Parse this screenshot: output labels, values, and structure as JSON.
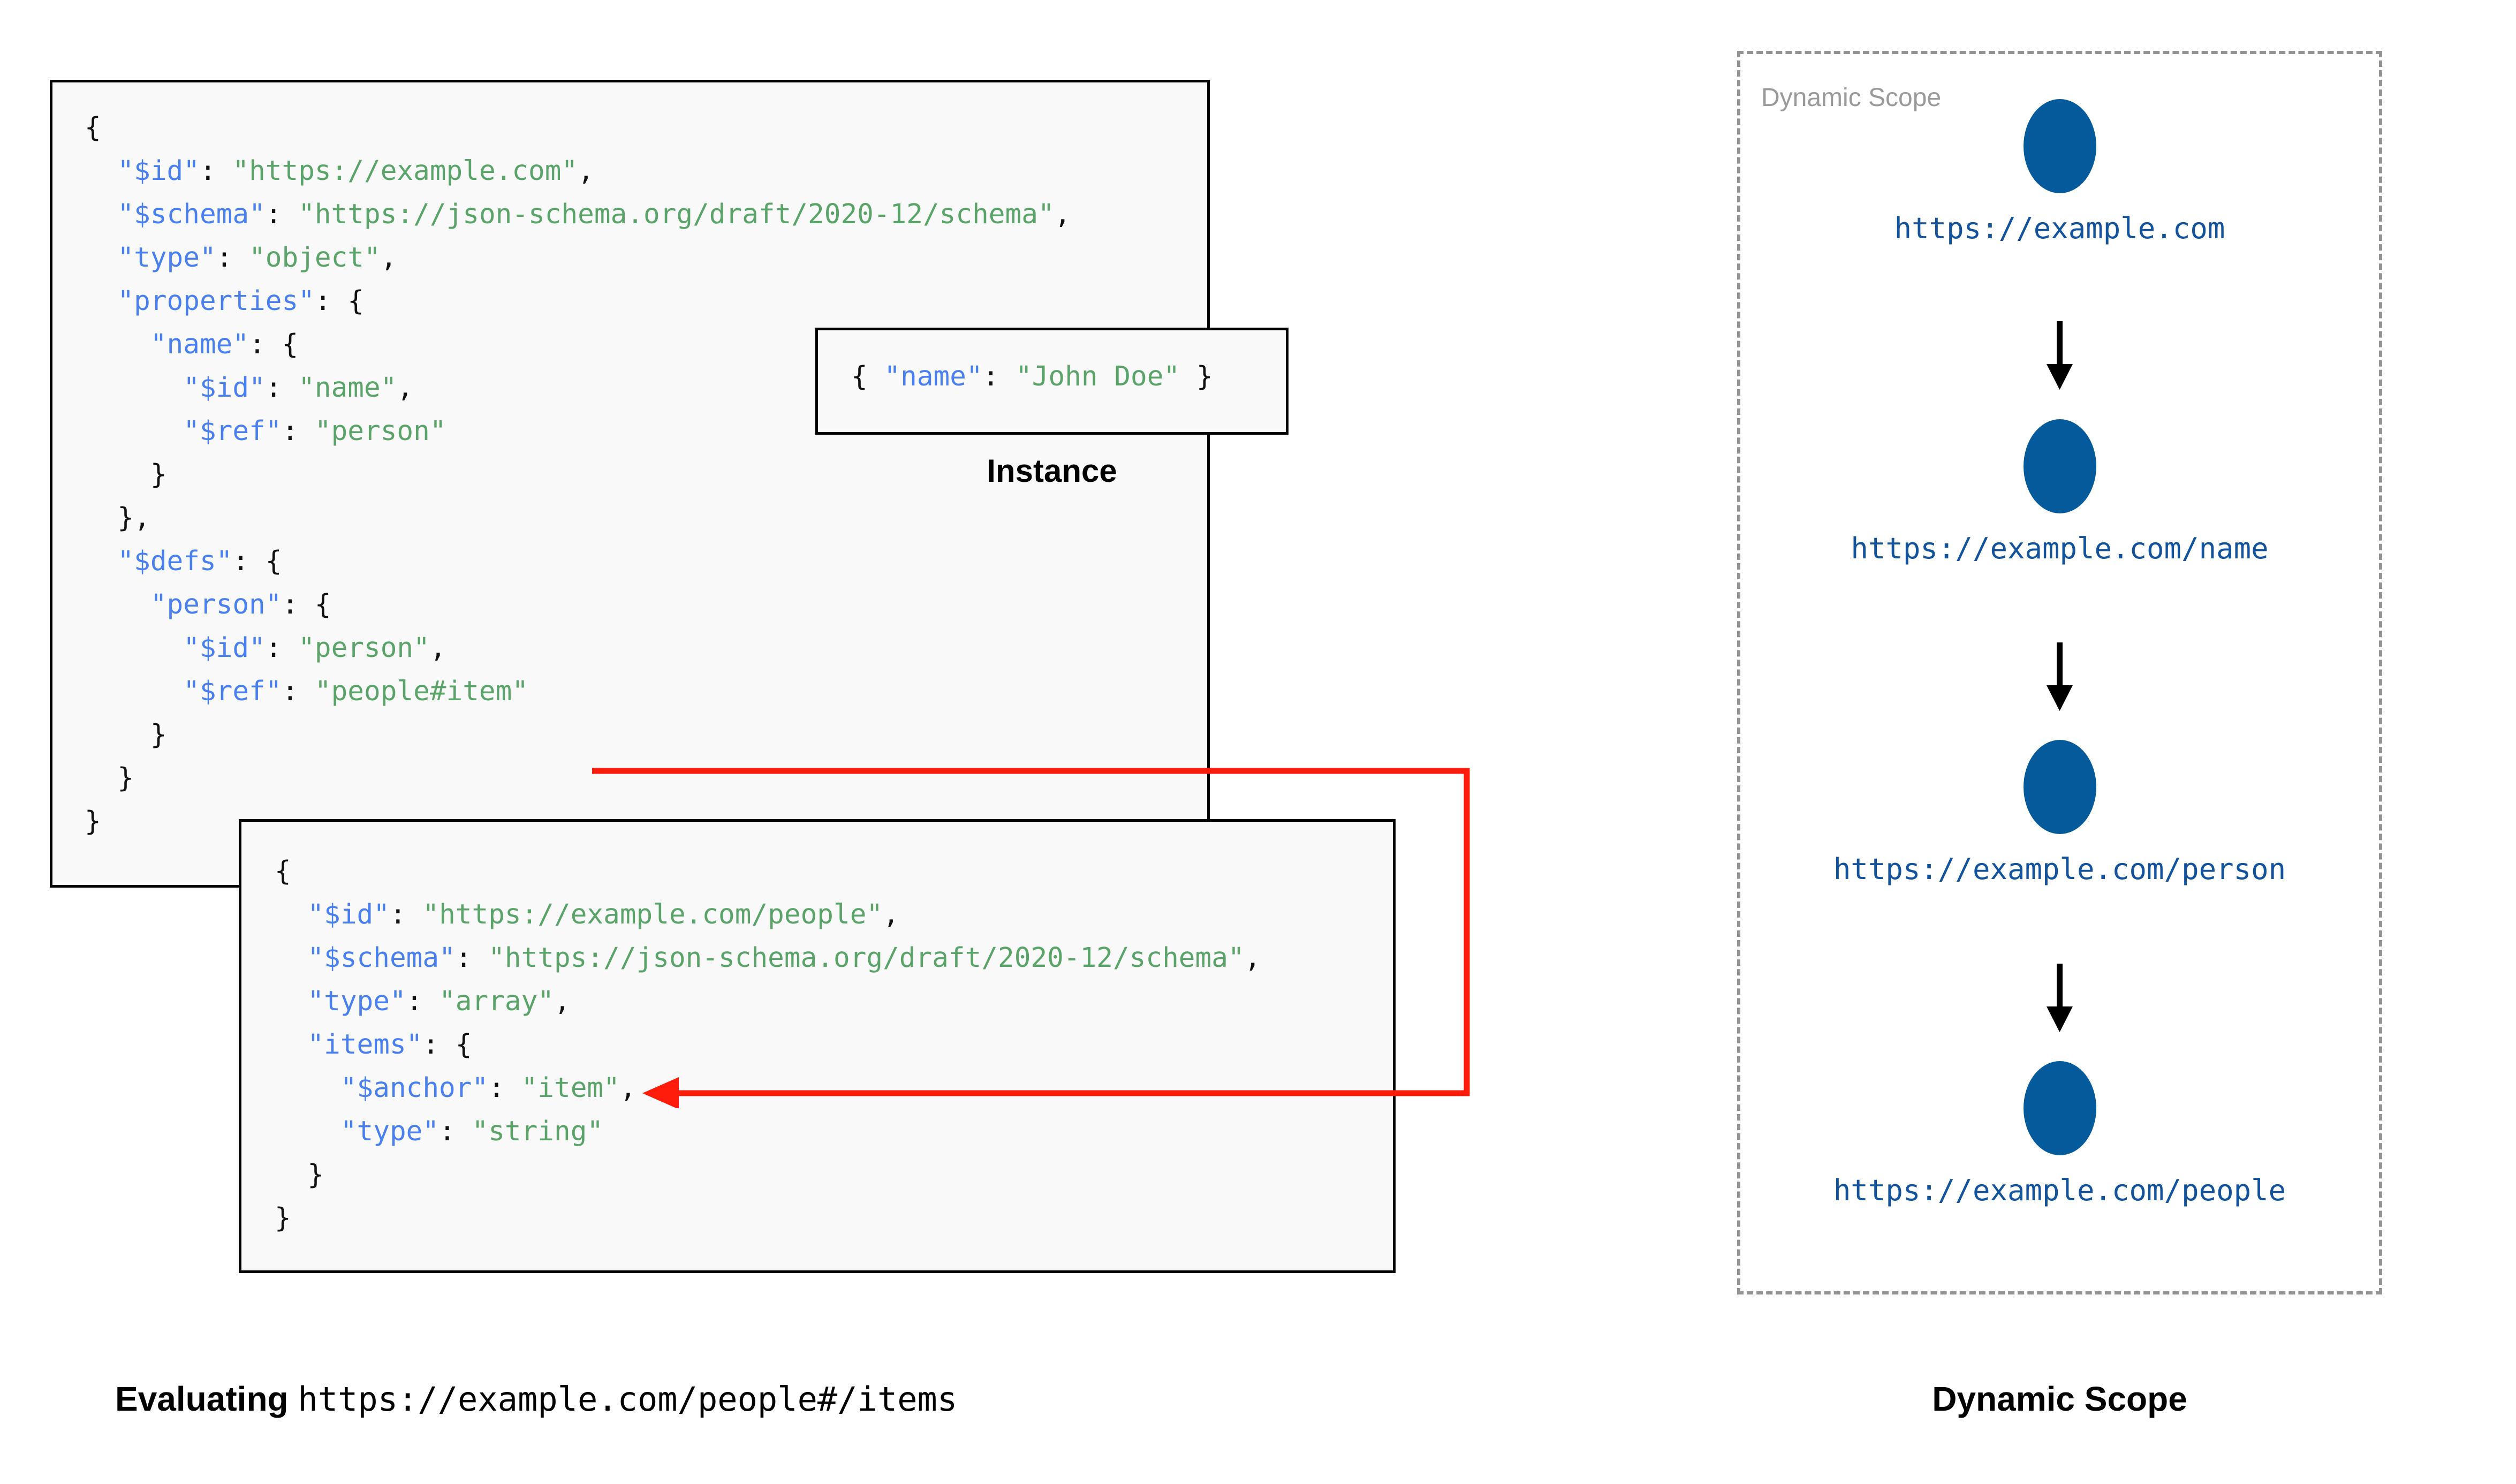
{
  "diagram": {
    "title_left": "Evaluating https://example.com/people#/items",
    "title_right": "Dynamic Scope"
  },
  "schema_root": {
    "box_label": "root-schema",
    "lines": [
      {
        "indent": 0,
        "tokens": [
          {
            "t": "{",
            "c": "p"
          }
        ]
      },
      {
        "indent": 1,
        "tokens": [
          {
            "t": "\"$id\"",
            "c": "k"
          },
          {
            "t": ": ",
            "c": "p"
          },
          {
            "t": "\"https://example.com\"",
            "c": "s"
          },
          {
            "t": ",",
            "c": "p"
          }
        ]
      },
      {
        "indent": 1,
        "tokens": [
          {
            "t": "\"$schema\"",
            "c": "k"
          },
          {
            "t": ": ",
            "c": "p"
          },
          {
            "t": "\"https://json-schema.org/draft/2020-12/schema\"",
            "c": "s"
          },
          {
            "t": ",",
            "c": "p"
          }
        ]
      },
      {
        "indent": 1,
        "tokens": [
          {
            "t": "\"type\"",
            "c": "k"
          },
          {
            "t": ": ",
            "c": "p"
          },
          {
            "t": "\"object\"",
            "c": "s"
          },
          {
            "t": ",",
            "c": "p"
          }
        ]
      },
      {
        "indent": 1,
        "tokens": [
          {
            "t": "\"properties\"",
            "c": "k"
          },
          {
            "t": ": {",
            "c": "p"
          }
        ]
      },
      {
        "indent": 2,
        "tokens": [
          {
            "t": "\"name\"",
            "c": "k"
          },
          {
            "t": ": {",
            "c": "p"
          }
        ]
      },
      {
        "indent": 3,
        "tokens": [
          {
            "t": "\"$id\"",
            "c": "k"
          },
          {
            "t": ": ",
            "c": "p"
          },
          {
            "t": "\"name\"",
            "c": "s"
          },
          {
            "t": ",",
            "c": "p"
          }
        ]
      },
      {
        "indent": 3,
        "tokens": [
          {
            "t": "\"$ref\"",
            "c": "k"
          },
          {
            "t": ": ",
            "c": "p"
          },
          {
            "t": "\"person\"",
            "c": "s"
          }
        ]
      },
      {
        "indent": 2,
        "tokens": [
          {
            "t": "}",
            "c": "p"
          }
        ]
      },
      {
        "indent": 1,
        "tokens": [
          {
            "t": "},",
            "c": "p"
          }
        ]
      },
      {
        "indent": 1,
        "tokens": [
          {
            "t": "\"$defs\"",
            "c": "k"
          },
          {
            "t": ": {",
            "c": "p"
          }
        ]
      },
      {
        "indent": 2,
        "tokens": [
          {
            "t": "\"person\"",
            "c": "k"
          },
          {
            "t": ": {",
            "c": "p"
          }
        ]
      },
      {
        "indent": 3,
        "tokens": [
          {
            "t": "\"$id\"",
            "c": "k"
          },
          {
            "t": ": ",
            "c": "p"
          },
          {
            "t": "\"person\"",
            "c": "s"
          },
          {
            "t": ",",
            "c": "p"
          }
        ]
      },
      {
        "indent": 3,
        "tokens": [
          {
            "t": "\"$ref\"",
            "c": "k"
          },
          {
            "t": ": ",
            "c": "p"
          },
          {
            "t": "\"people#item\"",
            "c": "s"
          }
        ]
      },
      {
        "indent": 2,
        "tokens": [
          {
            "t": "}",
            "c": "p"
          }
        ]
      },
      {
        "indent": 1,
        "tokens": [
          {
            "t": "}",
            "c": "p"
          }
        ]
      },
      {
        "indent": 0,
        "tokens": [
          {
            "t": "}",
            "c": "p"
          }
        ]
      }
    ]
  },
  "instance": {
    "caption": "Instance",
    "lines": [
      {
        "indent": 0,
        "tokens": [
          {
            "t": "{ ",
            "c": "p"
          },
          {
            "t": "\"name\"",
            "c": "k"
          },
          {
            "t": ": ",
            "c": "p"
          },
          {
            "t": "\"John Doe\"",
            "c": "s"
          },
          {
            "t": " }",
            "c": "p"
          }
        ]
      }
    ]
  },
  "people_schema": {
    "box_label": "people-schema",
    "lines": [
      {
        "indent": 0,
        "tokens": [
          {
            "t": "{",
            "c": "p"
          }
        ]
      },
      {
        "indent": 1,
        "tokens": [
          {
            "t": "\"$id\"",
            "c": "k"
          },
          {
            "t": ": ",
            "c": "p"
          },
          {
            "t": "\"https://example.com/people\"",
            "c": "s"
          },
          {
            "t": ",",
            "c": "p"
          }
        ]
      },
      {
        "indent": 1,
        "tokens": [
          {
            "t": "\"$schema\"",
            "c": "k"
          },
          {
            "t": ": ",
            "c": "p"
          },
          {
            "t": "\"https://json-schema.org/draft/2020-12/schema\"",
            "c": "s"
          },
          {
            "t": ",",
            "c": "p"
          }
        ]
      },
      {
        "indent": 1,
        "tokens": [
          {
            "t": "\"type\"",
            "c": "k"
          },
          {
            "t": ": ",
            "c": "p"
          },
          {
            "t": "\"array\"",
            "c": "s"
          },
          {
            "t": ",",
            "c": "p"
          }
        ]
      },
      {
        "indent": 1,
        "tokens": [
          {
            "t": "\"items\"",
            "c": "k"
          },
          {
            "t": ": {",
            "c": "p"
          }
        ]
      },
      {
        "indent": 2,
        "tokens": [
          {
            "t": "\"$anchor\"",
            "c": "k"
          },
          {
            "t": ": ",
            "c": "p"
          },
          {
            "t": "\"item\"",
            "c": "s"
          },
          {
            "t": ",",
            "c": "p"
          }
        ]
      },
      {
        "indent": 2,
        "tokens": [
          {
            "t": "\"type\"",
            "c": "k"
          },
          {
            "t": ": ",
            "c": "p"
          },
          {
            "t": "\"string\"",
            "c": "s"
          }
        ]
      },
      {
        "indent": 1,
        "tokens": [
          {
            "t": "}",
            "c": "p"
          }
        ]
      },
      {
        "indent": 0,
        "tokens": [
          {
            "t": "}",
            "c": "p"
          }
        ]
      }
    ]
  },
  "connector": {
    "name": "ref-to-anchor-connector",
    "color": "#ff1c0a",
    "from": "\"$ref\": \"people#item\"",
    "to": "\"$anchor\": \"item\""
  },
  "dynamic_scope": {
    "panel_label": "Dynamic Scope",
    "caption": "Dynamic Scope",
    "node_color": "#055a9b",
    "label_color": "#13539e",
    "border_color": "#939393",
    "nodes": [
      {
        "label": "https://example.com"
      },
      {
        "label": "https://example.com/name"
      },
      {
        "label": "https://example.com/person"
      },
      {
        "label": "https://example.com/people"
      }
    ]
  },
  "eval_caption": {
    "label": "Evaluating",
    "uri": "https://example.com/people#/items"
  }
}
